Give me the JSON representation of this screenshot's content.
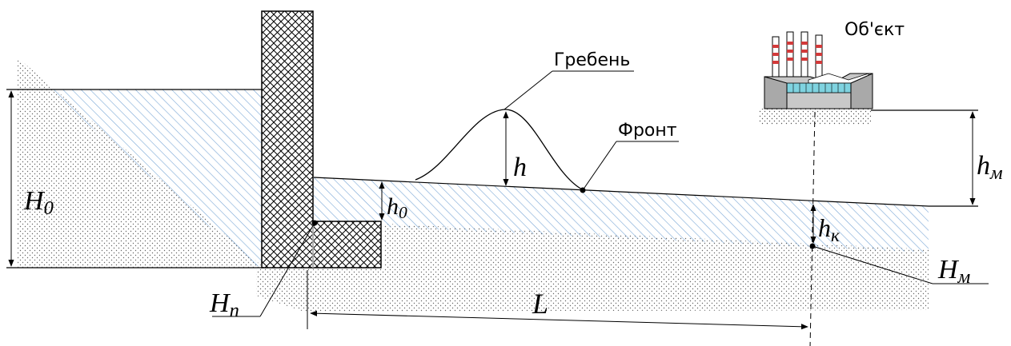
{
  "labels": {
    "object": "Об'єкт",
    "crest": "Гребень",
    "front": "Фронт",
    "H": "H",
    "H_sub": "0",
    "h0": "h",
    "h0_sub": "0",
    "h": "h",
    "hm": "h",
    "hm_sub": "м",
    "hk": "h",
    "hk_sub": "к",
    "Hn": "H",
    "Hn_sub": "n",
    "Hm": "H",
    "Hm_sub": "м",
    "L": "L"
  },
  "colors": {
    "water_hatch": "#7aa7d6",
    "dam_hatch": "#000000",
    "ground_dots": "#555555",
    "factory_wall": "#c8c8c8",
    "factory_windows": "#7fd3e0",
    "chimney_stripes": "#d23a3a"
  }
}
